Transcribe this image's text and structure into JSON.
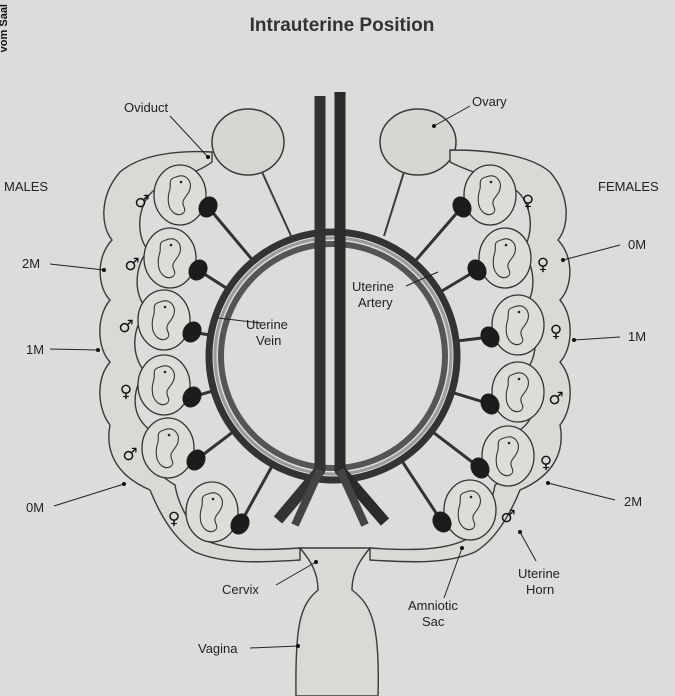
{
  "title": "Intrauterine Position",
  "edge_text": "vom Saal",
  "labels": {
    "oviduct": "Oviduct",
    "ovary": "Ovary",
    "males": "MALES",
    "females": "FEMALES",
    "uterine_vein_l1": "Uterine",
    "uterine_vein_l2": "Vein",
    "uterine_artery_l1": "Uterine",
    "uterine_artery_l2": "Artery",
    "cervix": "Cervix",
    "vagina": "Vagina",
    "amniotic_l1": "Amniotic",
    "amniotic_l2": "Sac",
    "uterine_horn_l1": "Uterine",
    "uterine_horn_l2": "Horn"
  },
  "left_position_labels": [
    "2M",
    "1M",
    "0M"
  ],
  "right_position_labels": [
    "0M",
    "1M",
    "2M"
  ],
  "left_horn_sexes": [
    "male",
    "male",
    "male",
    "female",
    "male",
    "female"
  ],
  "right_horn_sexes": [
    "female",
    "female",
    "female",
    "male",
    "female",
    "male"
  ],
  "symbols": {
    "male": "♂",
    "female": "♀"
  }
}
